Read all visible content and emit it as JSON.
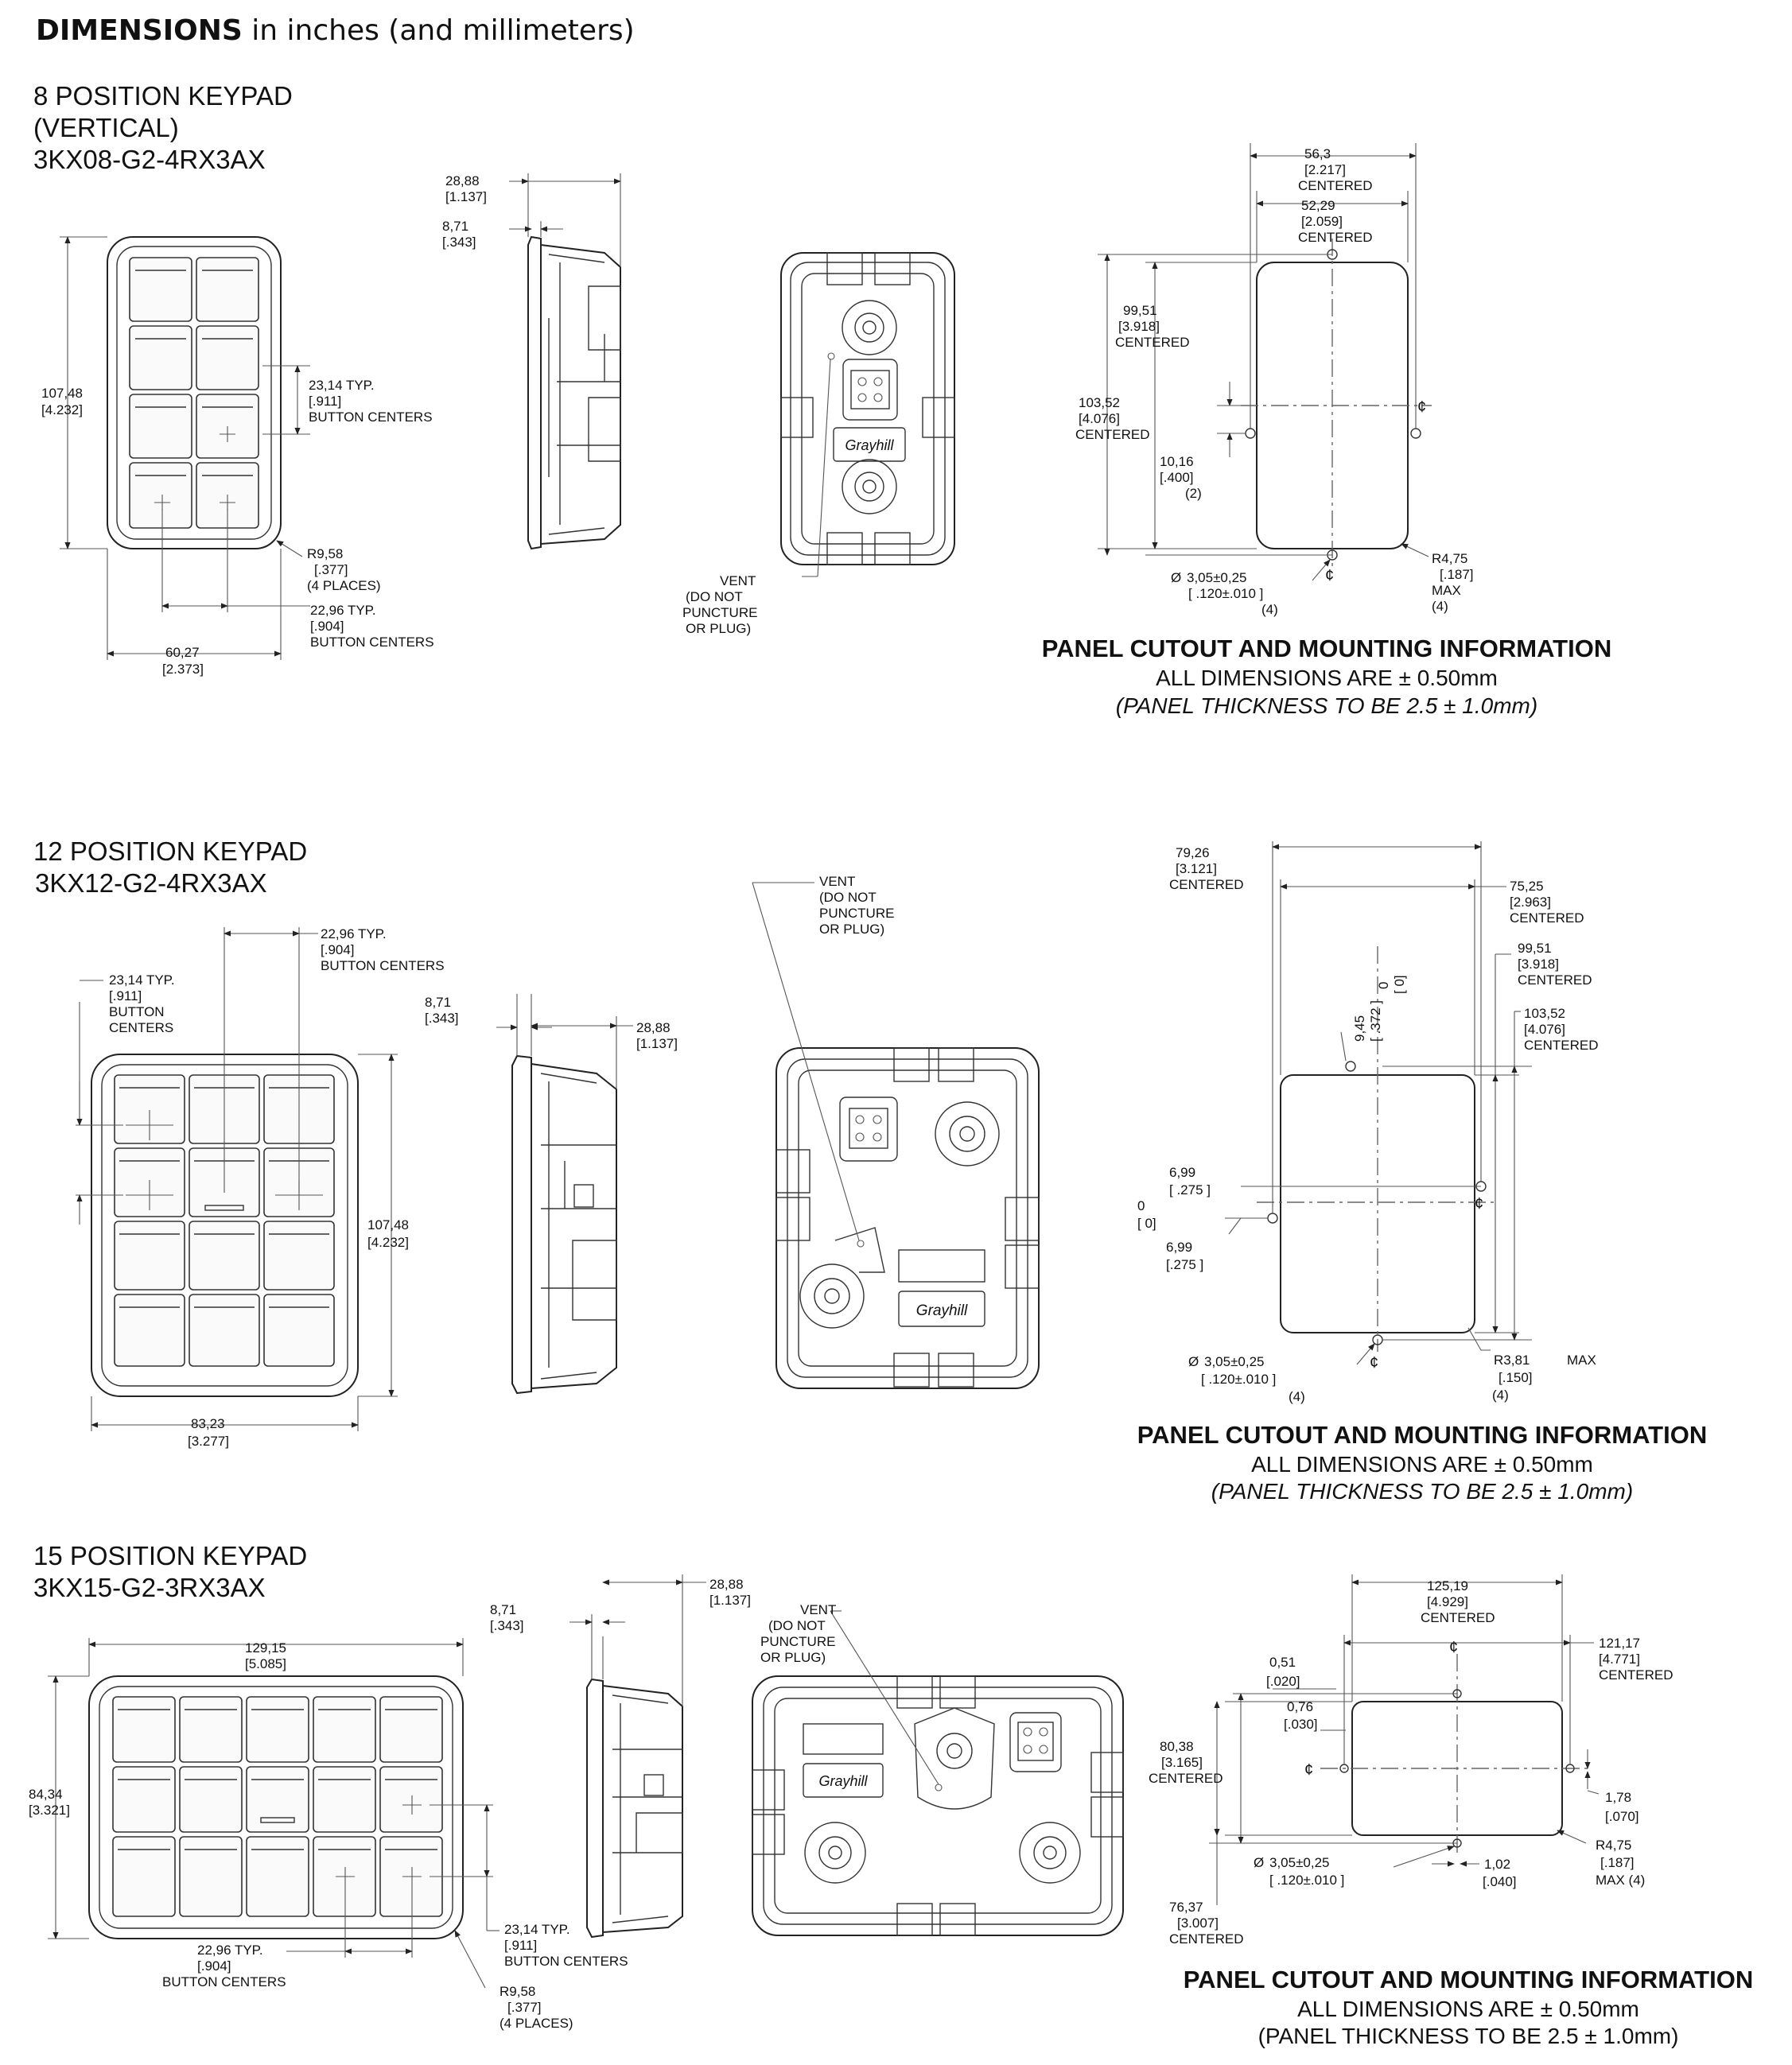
{
  "header": {
    "bold": "DIMENSIONS",
    "rest": " in inches (and millimeters)"
  },
  "panel": {
    "title": "PANEL CUTOUT AND MOUNTING INFORMATION",
    "tolerance": "ALL DIMENSIONS ARE ± 0.50mm",
    "thickness": "(PANEL THICKNESS TO BE 2.5 ± 1.0mm)"
  },
  "vent": [
    "VENT",
    "(DO NOT",
    "PUNCTURE",
    "OR PLUG)"
  ],
  "logo": "Grayhill",
  "k8": {
    "title": [
      "8 POSITION KEYPAD",
      "(VERTICAL)",
      "3KX08-G2-4RX3AX"
    ],
    "height": [
      "107,48",
      "[4.232]"
    ],
    "width": [
      "60,27",
      "[2.373]"
    ],
    "btn_v": [
      "23,14    TYP.",
      "[.911]",
      "BUTTON CENTERS"
    ],
    "btn_h": [
      "22,96    TYP.",
      "[.904]",
      "BUTTON CENTERS"
    ],
    "radius": [
      "R9,58",
      "[.377]",
      "(4 PLACES)"
    ],
    "depth": [
      "28,88",
      "[1.137]"
    ],
    "bezel": [
      "8,71",
      "[.343]"
    ],
    "c_outer_w": [
      "56,3",
      "[2.217]",
      "CENTERED"
    ],
    "c_inner_w": [
      "52,29",
      "[2.059]",
      "CENTERED"
    ],
    "c_inner_h": [
      "99,51",
      "[3.918]",
      "CENTERED"
    ],
    "c_outer_h": [
      "103,52",
      "[4.076]",
      "CENTERED"
    ],
    "c_offset": [
      "10,16",
      "[.400]",
      "(2)"
    ],
    "c_hole": [
      "3,05±0,25",
      "[ .120±.010  ]",
      "(4)"
    ],
    "c_radius": [
      "R4,75",
      "[.187]",
      "MAX",
      "(4)"
    ],
    "cl": "¢"
  },
  "k12": {
    "title": [
      "12 POSITION KEYPAD",
      "3KX12-G2-4RX3AX"
    ],
    "btn_v": [
      "23,14    TYP.",
      "[.911]",
      "BUTTON",
      "CENTERS"
    ],
    "btn_h": [
      "22,96    TYP.",
      "[.904]",
      "BUTTON CENTERS"
    ],
    "height": [
      "107,48",
      "[4.232]"
    ],
    "width": [
      "83,23",
      "[3.277]"
    ],
    "bezel": [
      "8,71",
      "[.343]"
    ],
    "depth": [
      "28,88",
      "[1.137]"
    ],
    "c_outer_w": [
      "79,26",
      "[3.121]",
      "CENTERED"
    ],
    "c_inner_w": [
      "75,25",
      "[2.963]",
      "CENTERED"
    ],
    "c_inner_h": [
      "99,51",
      "[3.918]",
      "CENTERED"
    ],
    "c_outer_h": [
      "103,52",
      "[4.076]",
      "CENTERED"
    ],
    "c_top": [
      "9,45",
      "[ .372 ]"
    ],
    "c_zero_v": [
      "0",
      "[ 0]"
    ],
    "c_zero_h": [
      "0",
      "[ 0]"
    ],
    "c_off1": [
      "6,99",
      "[ .275  ]"
    ],
    "c_off2": [
      "6,99",
      "[.275  ]"
    ],
    "c_hole": [
      "3,05±0,25",
      "[ .120±.010   ]",
      "(4)"
    ],
    "c_radius": [
      "R3,81",
      "MAX",
      "[.150]",
      "(4)"
    ],
    "cl": "¢"
  },
  "k15": {
    "title": [
      "15 POSITION KEYPAD",
      "3KX15-G2-3RX3AX"
    ],
    "width": [
      "129,15",
      "[5.085]"
    ],
    "height": [
      "84,34",
      "[3.321]"
    ],
    "btn_h": [
      "22,96    TYP.",
      "[.904]",
      "BUTTON CENTERS"
    ],
    "btn_v": [
      "23,14    TYP.",
      "[.911]",
      "BUTTON CENTERS"
    ],
    "radius": [
      "R9,58",
      "[.377]",
      "(4 PLACES)"
    ],
    "bezel": [
      "8,71",
      "[.343]"
    ],
    "depth": [
      "28,88",
      "[1.137]"
    ],
    "c_outer_w": [
      "125,19",
      "[4.929]",
      "CENTERED"
    ],
    "c_inner_w": [
      "121,17",
      "[4.771]",
      "CENTERED"
    ],
    "c_outer_h": [
      "80,38",
      "[3.165]",
      "CENTERED"
    ],
    "c_inner_h": [
      "76,37",
      "[3.007]",
      "CENTERED"
    ],
    "c_a": [
      "0,51",
      "[.020]"
    ],
    "c_b": [
      "0,76",
      "[.030]"
    ],
    "c_c": [
      "1,78",
      "[.070]"
    ],
    "c_d": [
      "1,02",
      "[.040]"
    ],
    "c_hole": [
      "3,05±0,25",
      "[ .120±.010   ]"
    ],
    "c_radius": [
      "R4,75",
      "[.187]",
      "MAX (4)"
    ],
    "cl": "¢"
  }
}
